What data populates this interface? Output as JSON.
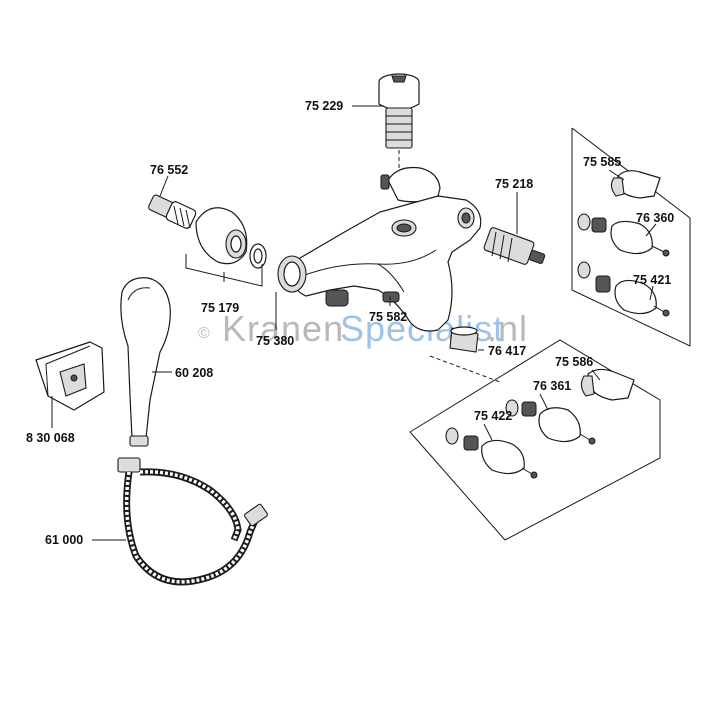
{
  "watermark": {
    "copyright": "©",
    "part1": "Kranen",
    "part2": "Specialist",
    "part3": ".nl",
    "color_gray": "#b8b8b8",
    "color_blue": "#9fc3e6"
  },
  "parts": {
    "p75229": "75 229",
    "p76552": "76 552",
    "p75218": "75 218",
    "p75585": "75 585",
    "p76360": "76 360",
    "p75421": "75 421",
    "p75179": "75 179",
    "p75380": "75 380",
    "p75582": "75 582",
    "p76417": "76 417",
    "p60208": "60 208",
    "p830068": "8 30 068",
    "p75586": "75 586",
    "p76361": "76 361",
    "p75422": "75 422",
    "p61000": "61 000"
  }
}
